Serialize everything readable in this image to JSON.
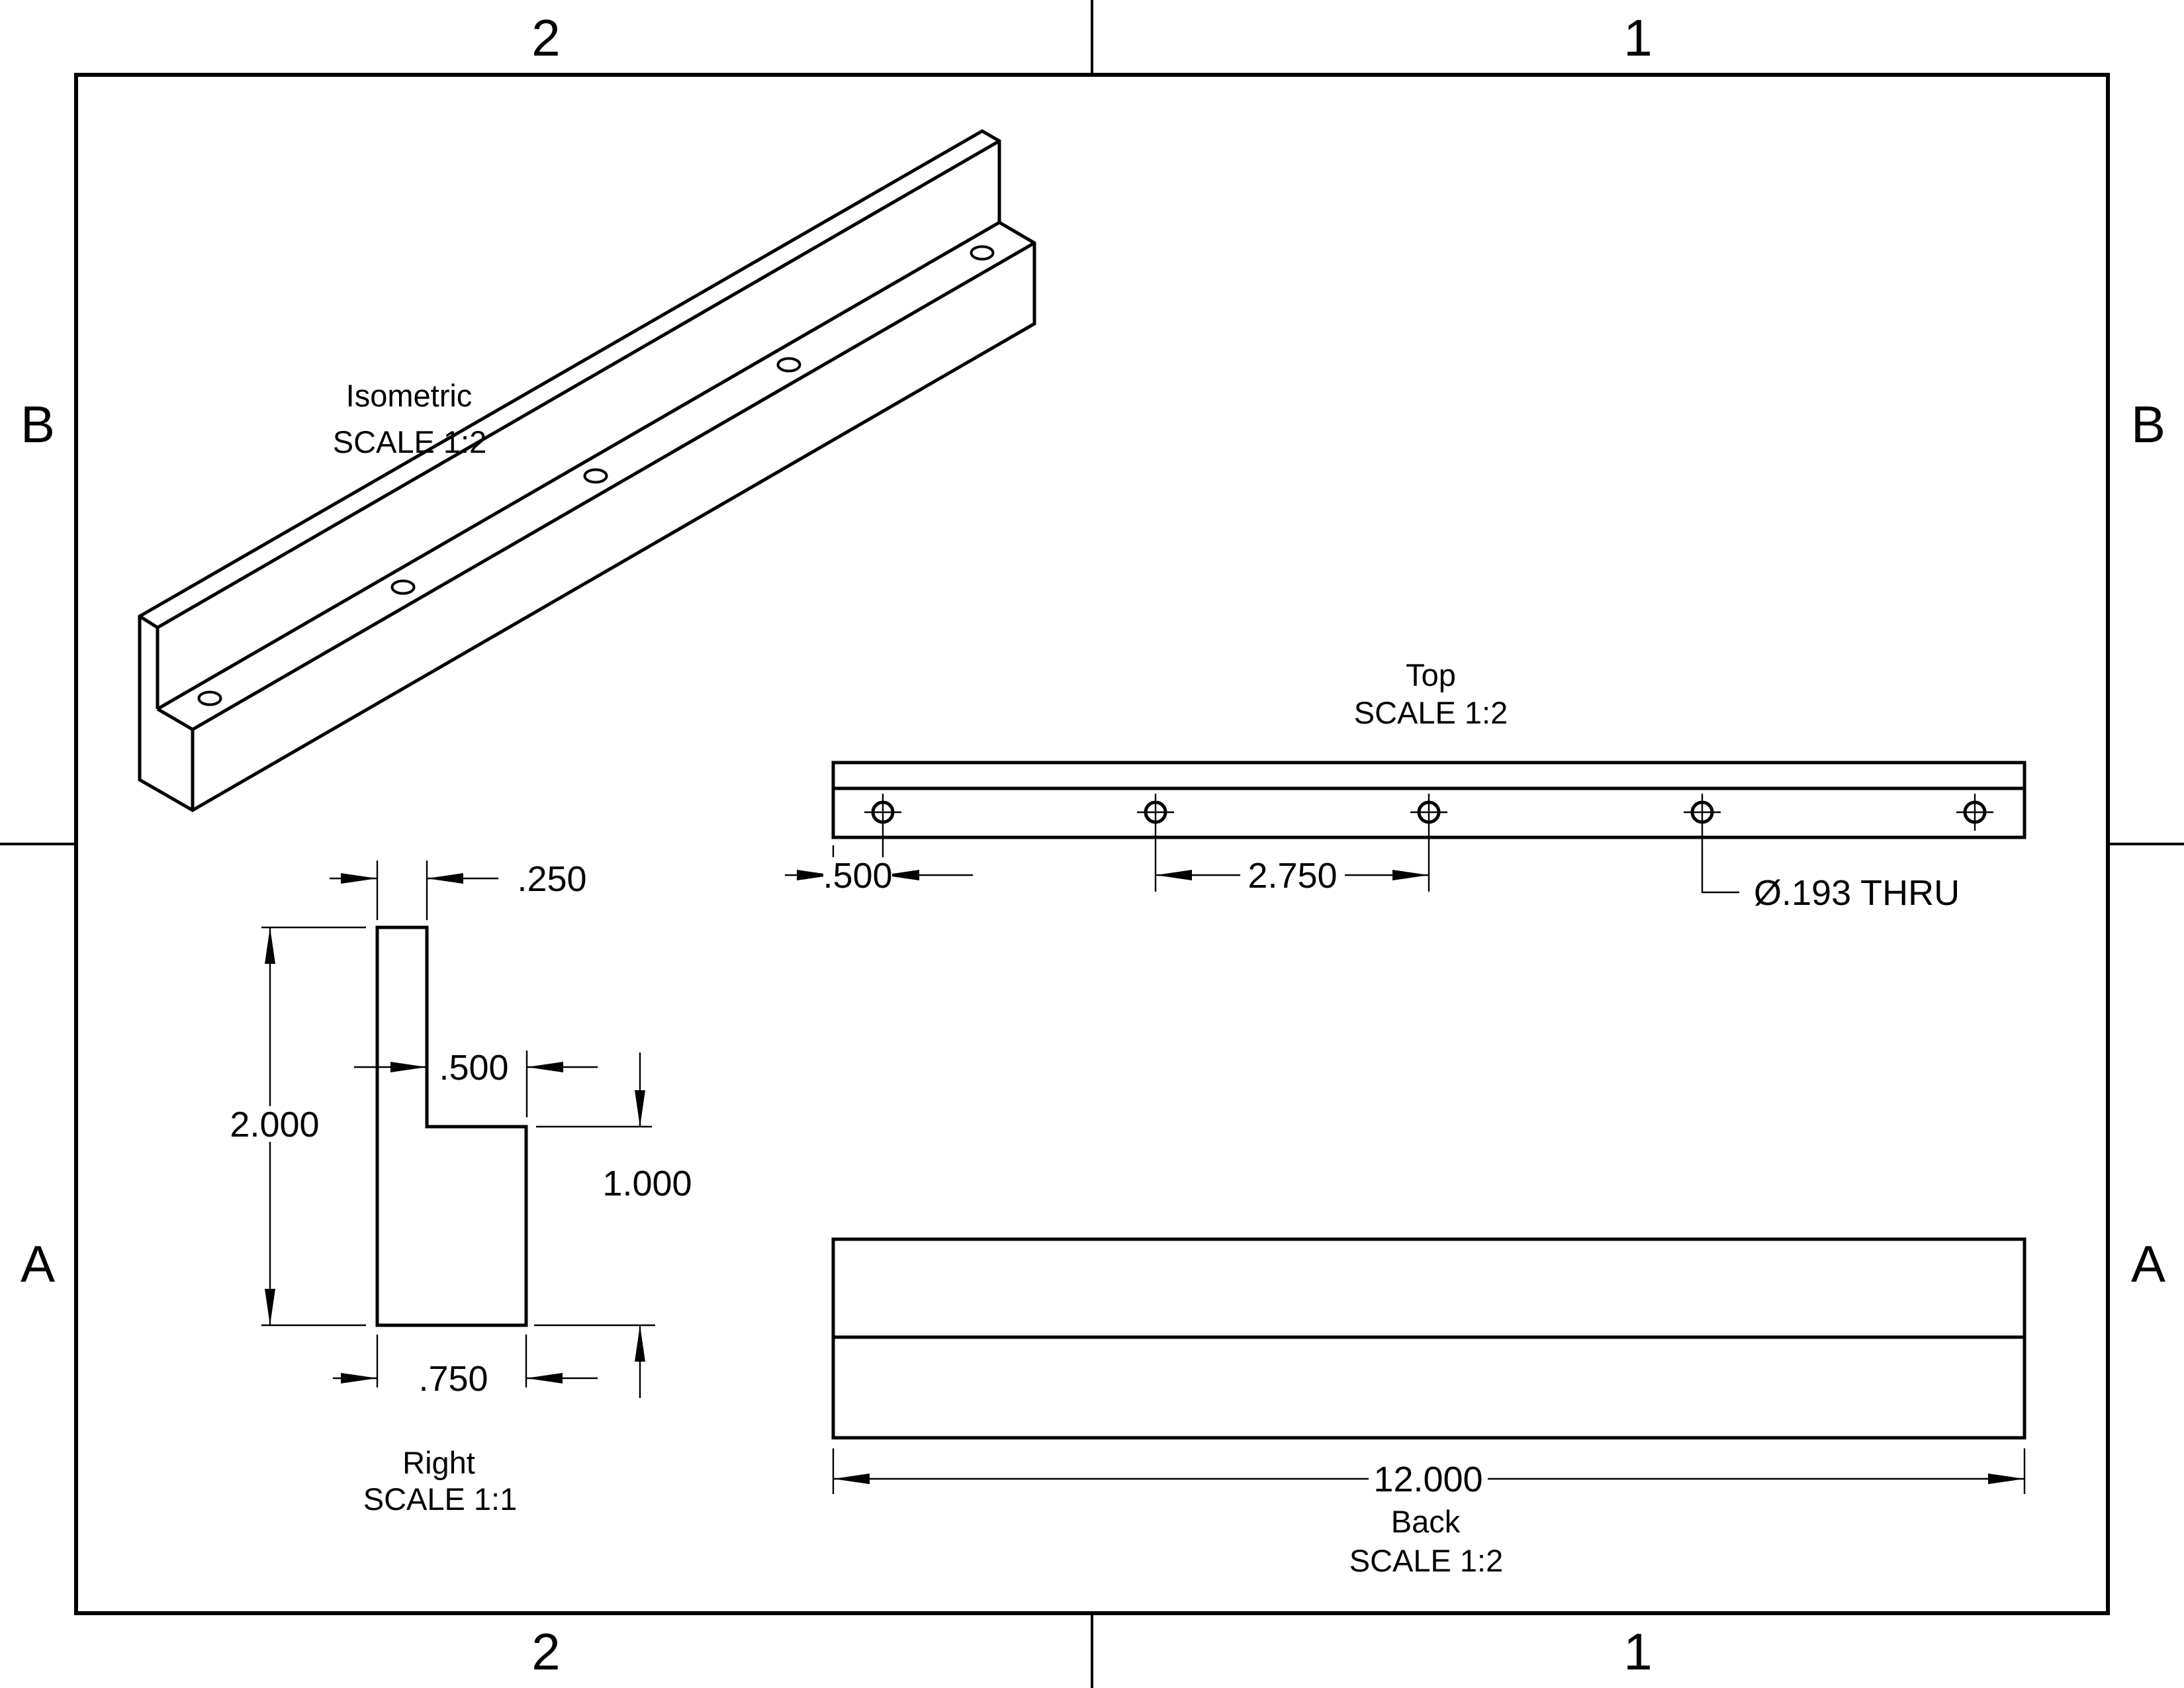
{
  "sheet": {
    "zones": {
      "top_left": "2",
      "top_right": "1",
      "bottom_left": "2",
      "bottom_right": "1",
      "left_upper": "B",
      "left_lower": "A",
      "right_upper": "B",
      "right_lower": "A"
    }
  },
  "views": {
    "isometric": {
      "title": "Isometric",
      "scale": "SCALE 1:2"
    },
    "top": {
      "title": "Top",
      "scale": "SCALE 1:2",
      "dim_hole_offset": ".500",
      "dim_hole_spacing": "2.750",
      "hole_callout": "Ø.193 THRU"
    },
    "right": {
      "title": "Right",
      "scale": "SCALE 1:1",
      "dim_wall_thickness": ".250",
      "dim_total_height": "2.000",
      "dim_step_width": ".500",
      "dim_base_height": "1.000",
      "dim_base_width": ".750"
    },
    "back": {
      "title": "Back",
      "scale": "SCALE 1:2",
      "dim_length": "12.000"
    }
  },
  "colors": {
    "ink": "#000000",
    "paper": "#ffffff"
  }
}
